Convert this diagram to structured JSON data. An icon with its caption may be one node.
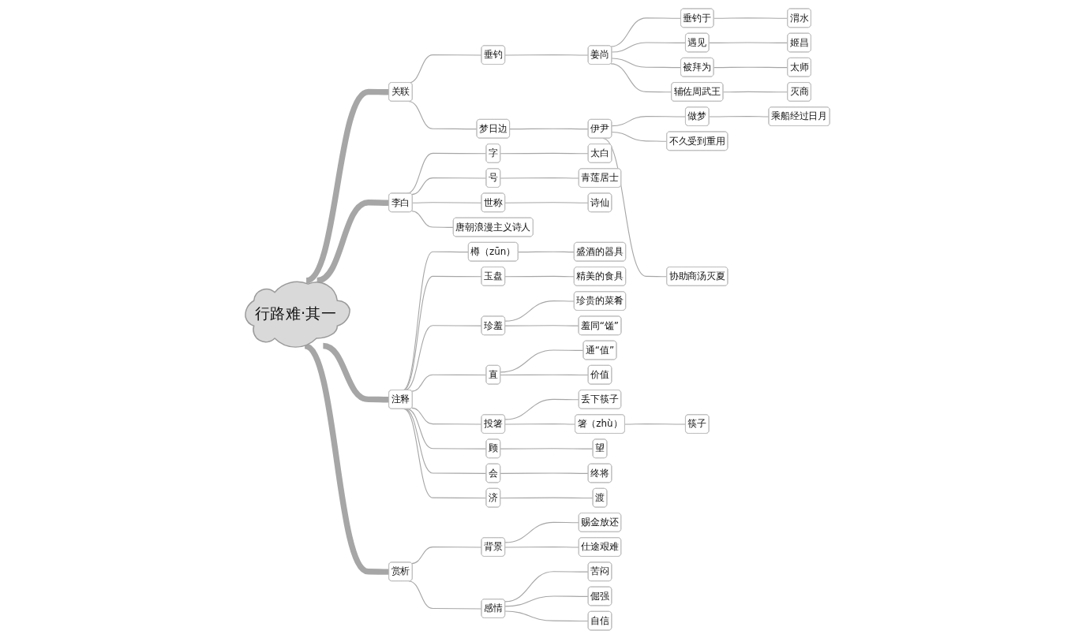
{
  "diagram": {
    "nodes": [
      {
        "text": [
          "行路难·其一"
        ]
      },
      {
        "text": [
          "关联"
        ]
      },
      {
        "text": [
          "垂钓"
        ]
      },
      {
        "text": [
          "姜尚"
        ]
      },
      {
        "text": [
          "垂钓于"
        ]
      },
      {
        "text": [
          "渭水"
        ]
      },
      {
        "text": [
          "遇见"
        ]
      },
      {
        "text": [
          "姬昌"
        ]
      },
      {
        "text": [
          "被拜为"
        ]
      },
      {
        "text": [
          "太师"
        ]
      },
      {
        "text": [
          "辅佐周武王"
        ]
      },
      {
        "text": [
          "灭商"
        ]
      },
      {
        "text": [
          "梦日边"
        ]
      },
      {
        "text": [
          "伊尹"
        ]
      },
      {
        "text": [
          "做梦"
        ]
      },
      {
        "text": [
          "乘船经过日月"
        ]
      },
      {
        "text": [
          "不久受到重用"
        ]
      },
      {
        "text": [
          "协助商汤灭夏"
        ]
      },
      {
        "text": [
          "李白"
        ]
      },
      {
        "text": [
          "字"
        ]
      },
      {
        "text": [
          "太白"
        ]
      },
      {
        "text": [
          "号"
        ]
      },
      {
        "text": [
          "青莲居士"
        ]
      },
      {
        "text": [
          "世称"
        ]
      },
      {
        "text": [
          "诗仙"
        ]
      },
      {
        "text": [
          "唐朝浪漫主义诗人"
        ]
      },
      {
        "text": [
          "注释"
        ]
      },
      {
        "text": [
          "樽（zūn）"
        ]
      },
      {
        "text": [
          "盛酒的器具"
        ]
      },
      {
        "text": [
          "玉盘"
        ]
      },
      {
        "text": [
          "精美的食具"
        ]
      },
      {
        "text": [
          "珍羞"
        ]
      },
      {
        "text": [
          "珍贵的菜肴"
        ]
      },
      {
        "text": [
          "羞同“馐”"
        ]
      },
      {
        "text": [
          "直"
        ]
      },
      {
        "text": [
          "通“值”"
        ]
      },
      {
        "text": [
          "价值"
        ]
      },
      {
        "text": [
          "投箸"
        ]
      },
      {
        "text": [
          "丢下筷子"
        ]
      },
      {
        "text": [
          "箸（zhù）"
        ]
      },
      {
        "text": [
          "筷子"
        ]
      },
      {
        "text": [
          "顾"
        ]
      },
      {
        "text": [
          "望"
        ]
      },
      {
        "text": [
          "会"
        ]
      },
      {
        "text": [
          "终将"
        ]
      },
      {
        "text": [
          "济"
        ]
      },
      {
        "text": [
          "渡"
        ]
      },
      {
        "text": [
          "赏析"
        ]
      },
      {
        "text": [
          "背景"
        ]
      },
      {
        "text": [
          "赐金放还"
        ]
      },
      {
        "text": [
          "仕途艰难"
        ]
      },
      {
        "text": [
          "感情"
        ]
      },
      {
        "text": [
          "苦闷"
        ]
      },
      {
        "text": [
          "倔强"
        ]
      },
      {
        "text": [
          "自信"
        ]
      }
    ],
    "edges": [
      {
        "from": 0,
        "to": 1,
        "arrow": "none",
        "style": "thick"
      },
      {
        "from": 1,
        "to": 2,
        "arrow": "none"
      },
      {
        "from": 2,
        "to": 3,
        "arrow": "none"
      },
      {
        "from": 3,
        "to": 4,
        "arrow": "none"
      },
      {
        "from": 4,
        "to": 5,
        "arrow": "none"
      },
      {
        "from": 3,
        "to": 6,
        "arrow": "none"
      },
      {
        "from": 6,
        "to": 7,
        "arrow": "none"
      },
      {
        "from": 3,
        "to": 8,
        "arrow": "none"
      },
      {
        "from": 8,
        "to": 9,
        "arrow": "none"
      },
      {
        "from": 3,
        "to": 10,
        "arrow": "none"
      },
      {
        "from": 10,
        "to": 11,
        "arrow": "none"
      },
      {
        "from": 1,
        "to": 12,
        "arrow": "none"
      },
      {
        "from": 12,
        "to": 13,
        "arrow": "none"
      },
      {
        "from": 13,
        "to": 14,
        "arrow": "none"
      },
      {
        "from": 14,
        "to": 15,
        "arrow": "none"
      },
      {
        "from": 13,
        "to": 16,
        "arrow": "none"
      },
      {
        "from": 13,
        "to": 17,
        "arrow": "none"
      },
      {
        "from": 0,
        "to": 18,
        "arrow": "none",
        "style": "thick"
      },
      {
        "from": 18,
        "to": 19,
        "arrow": "none"
      },
      {
        "from": 19,
        "to": 20,
        "arrow": "none"
      },
      {
        "from": 18,
        "to": 21,
        "arrow": "none"
      },
      {
        "from": 21,
        "to": 22,
        "arrow": "none"
      },
      {
        "from": 18,
        "to": 23,
        "arrow": "none"
      },
      {
        "from": 23,
        "to": 24,
        "arrow": "none"
      },
      {
        "from": 18,
        "to": 25,
        "arrow": "none"
      },
      {
        "from": 0,
        "to": 26,
        "arrow": "none",
        "style": "thick"
      },
      {
        "from": 26,
        "to": 27,
        "arrow": "none"
      },
      {
        "from": 27,
        "to": 28,
        "arrow": "none"
      },
      {
        "from": 26,
        "to": 29,
        "arrow": "none"
      },
      {
        "from": 29,
        "to": 30,
        "arrow": "none"
      },
      {
        "from": 26,
        "to": 31,
        "arrow": "none"
      },
      {
        "from": 31,
        "to": 32,
        "arrow": "none"
      },
      {
        "from": 31,
        "to": 33,
        "arrow": "none"
      },
      {
        "from": 26,
        "to": 34,
        "arrow": "none"
      },
      {
        "from": 34,
        "to": 35,
        "arrow": "none"
      },
      {
        "from": 34,
        "to": 36,
        "arrow": "none"
      },
      {
        "from": 26,
        "to": 37,
        "arrow": "none"
      },
      {
        "from": 37,
        "to": 38,
        "arrow": "none"
      },
      {
        "from": 37,
        "to": 39,
        "arrow": "none"
      },
      {
        "from": 39,
        "to": 40,
        "arrow": "none"
      },
      {
        "from": 26,
        "to": 41,
        "arrow": "none"
      },
      {
        "from": 41,
        "to": 42,
        "arrow": "none"
      },
      {
        "from": 26,
        "to": 43,
        "arrow": "none"
      },
      {
        "from": 43,
        "to": 44,
        "arrow": "none"
      },
      {
        "from": 26,
        "to": 45,
        "arrow": "none"
      },
      {
        "from": 45,
        "to": 46,
        "arrow": "none"
      },
      {
        "from": 0,
        "to": 47,
        "arrow": "none",
        "style": "thick"
      },
      {
        "from": 47,
        "to": 48,
        "arrow": "none"
      },
      {
        "from": 48,
        "to": 49,
        "arrow": "none"
      },
      {
        "from": 48,
        "to": 50,
        "arrow": "none"
      },
      {
        "from": 47,
        "to": 51,
        "arrow": "none"
      },
      {
        "from": 51,
        "to": 52,
        "arrow": "none"
      },
      {
        "from": 51,
        "to": 53,
        "arrow": "none"
      },
      {
        "from": 51,
        "to": 54,
        "arrow": "none"
      }
    ]
  }
}
